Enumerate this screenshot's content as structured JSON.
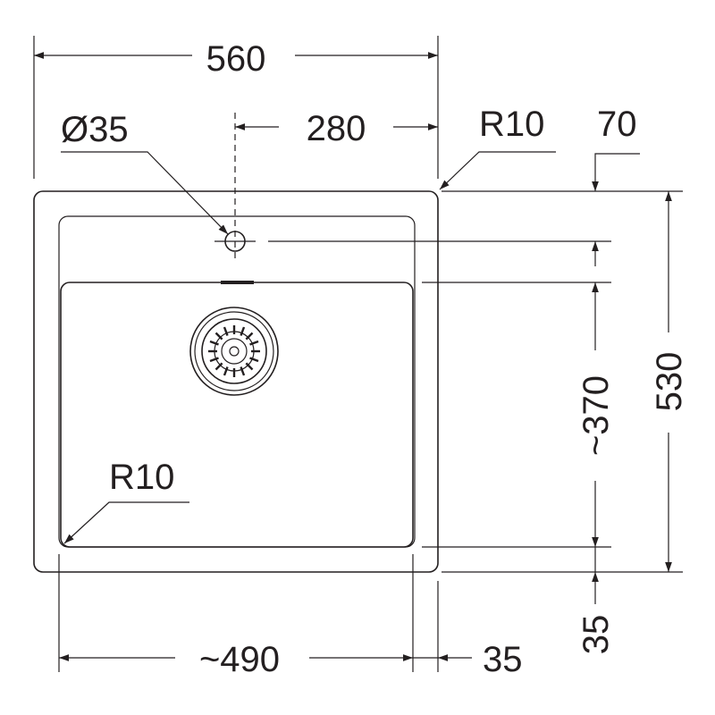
{
  "dimensions": {
    "overall_width": "560",
    "tap_offset": "280",
    "tap_hole": "Ø35",
    "corner_radius_outer": "R10",
    "top_ledge": "70",
    "overall_depth": "530",
    "bowl_depth": "~370",
    "bowl_radius": "R10",
    "bowl_width": "~490",
    "side_margin": "35",
    "bottom_margin": "35"
  },
  "colors": {
    "line": "#231f20",
    "background": "#ffffff"
  }
}
